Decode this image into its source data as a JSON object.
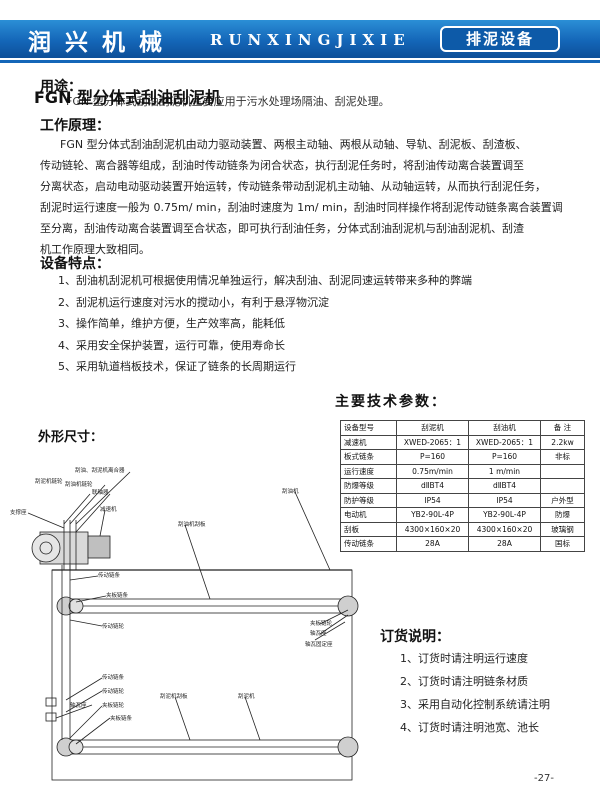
{
  "header": {
    "brand_cn": "润兴机械",
    "brand_en": "RUNXINGJIXIE",
    "category": "排泥设备"
  },
  "usage": {
    "title": "用途：",
    "product_title": "FGN 型分体式刮油刮泥机",
    "text": "FGN 型分体式刮油刮泥机主要应用于污水处理场隔油、刮泥处理。"
  },
  "principle": {
    "title": "工作原理：",
    "lines": [
      "FGN 型分体式刮油刮泥机由动力驱动装置、两根主动轴、两根从动轴、导轨、刮泥板、刮渣板、",
      "传动链轮、离合器等组成，刮油时传动链条为闭合状态，执行刮泥任务时，将刮油传动离合装置调至",
      "分离状态，启动电动驱动装置开始运转，传动链条带动刮泥机主动轴、从动轴运转，从而执行刮泥任务，",
      "刮泥时运行速度一般为  0.75m/ min，刮油时速度为  1m/ min，刮油时同样操作将刮泥传动链条离合装置调",
      "至分离，刮油传动离合装置调至合状态，即可执行刮油任务，分体式刮油刮泥机与刮油刮泥机、刮渣",
      "机工作原理大致相同。"
    ]
  },
  "features": {
    "title": "设备特点：",
    "items": [
      "1、刮油机刮泥机可根据使用情况单独运行，解决刮油、刮泥同速运转带来多种的弊端",
      "2、刮泥机运行速度对污水的搅动小，有利于悬浮物沉淀",
      "3、操作简单，维护方便，生产效率高，能耗低",
      "4、采用安全保护装置，运行可靠，使用寿命长",
      "5、采用轨道档板技术，保证了链条的长周期运行"
    ]
  },
  "params": {
    "title": "主要技术参数：",
    "rows": [
      [
        "设备型号",
        "刮泥机",
        "刮油机",
        "备  注"
      ],
      [
        "减速机",
        "XWED-2065：1",
        "XWED-2065：1",
        "2.2kw"
      ],
      [
        "板式链条",
        "P=160",
        "P=160",
        "非标"
      ],
      [
        "运行速度",
        "0.75m/min",
        "1 m/min",
        ""
      ],
      [
        "防爆等级",
        "dⅡBT4",
        "dⅡBT4",
        ""
      ],
      [
        "防护等级",
        "IP54",
        "IP54",
        "户外型"
      ],
      [
        "电动机",
        "YB2-90L-4P",
        "YB2-90L-4P",
        "防爆"
      ],
      [
        "刮板",
        "4300×160×20",
        "4300×160×20",
        "玻璃钢"
      ],
      [
        "传动链条",
        "28A",
        "28A",
        "国标"
      ]
    ]
  },
  "dimensions": {
    "title": "外形尺寸：",
    "labels": {
      "l1": "刮油、刮泥机离合器",
      "l2": "刮泥机链轮",
      "l3": "联轴器",
      "l4": "刮油机链轮",
      "l5": "支撑座",
      "l6": "减速机",
      "l7": "刮油机",
      "l8": "刮油机刮板",
      "l9": "传动链条",
      "l10": "夹板链条",
      "l11": "传动链轮",
      "l12": "夹板链轮",
      "l13": "轴瓦座",
      "l14": "轴瓦固定座",
      "l15": "传动链条",
      "l16": "传动链轮",
      "l17": "轴瓦座",
      "l18": "夹板链轮",
      "l19": "夹板链条",
      "l20": "刮泥机刮板",
      "l21": "刮泥机"
    }
  },
  "order": {
    "title": "订货说明：",
    "items": [
      "1、订货时请注明运行速度",
      "2、订货时请注明链条材质",
      "3、采用自动化控制系统请注明",
      "4、订货时请注明池宽、池长"
    ]
  },
  "page_number": "-27-"
}
